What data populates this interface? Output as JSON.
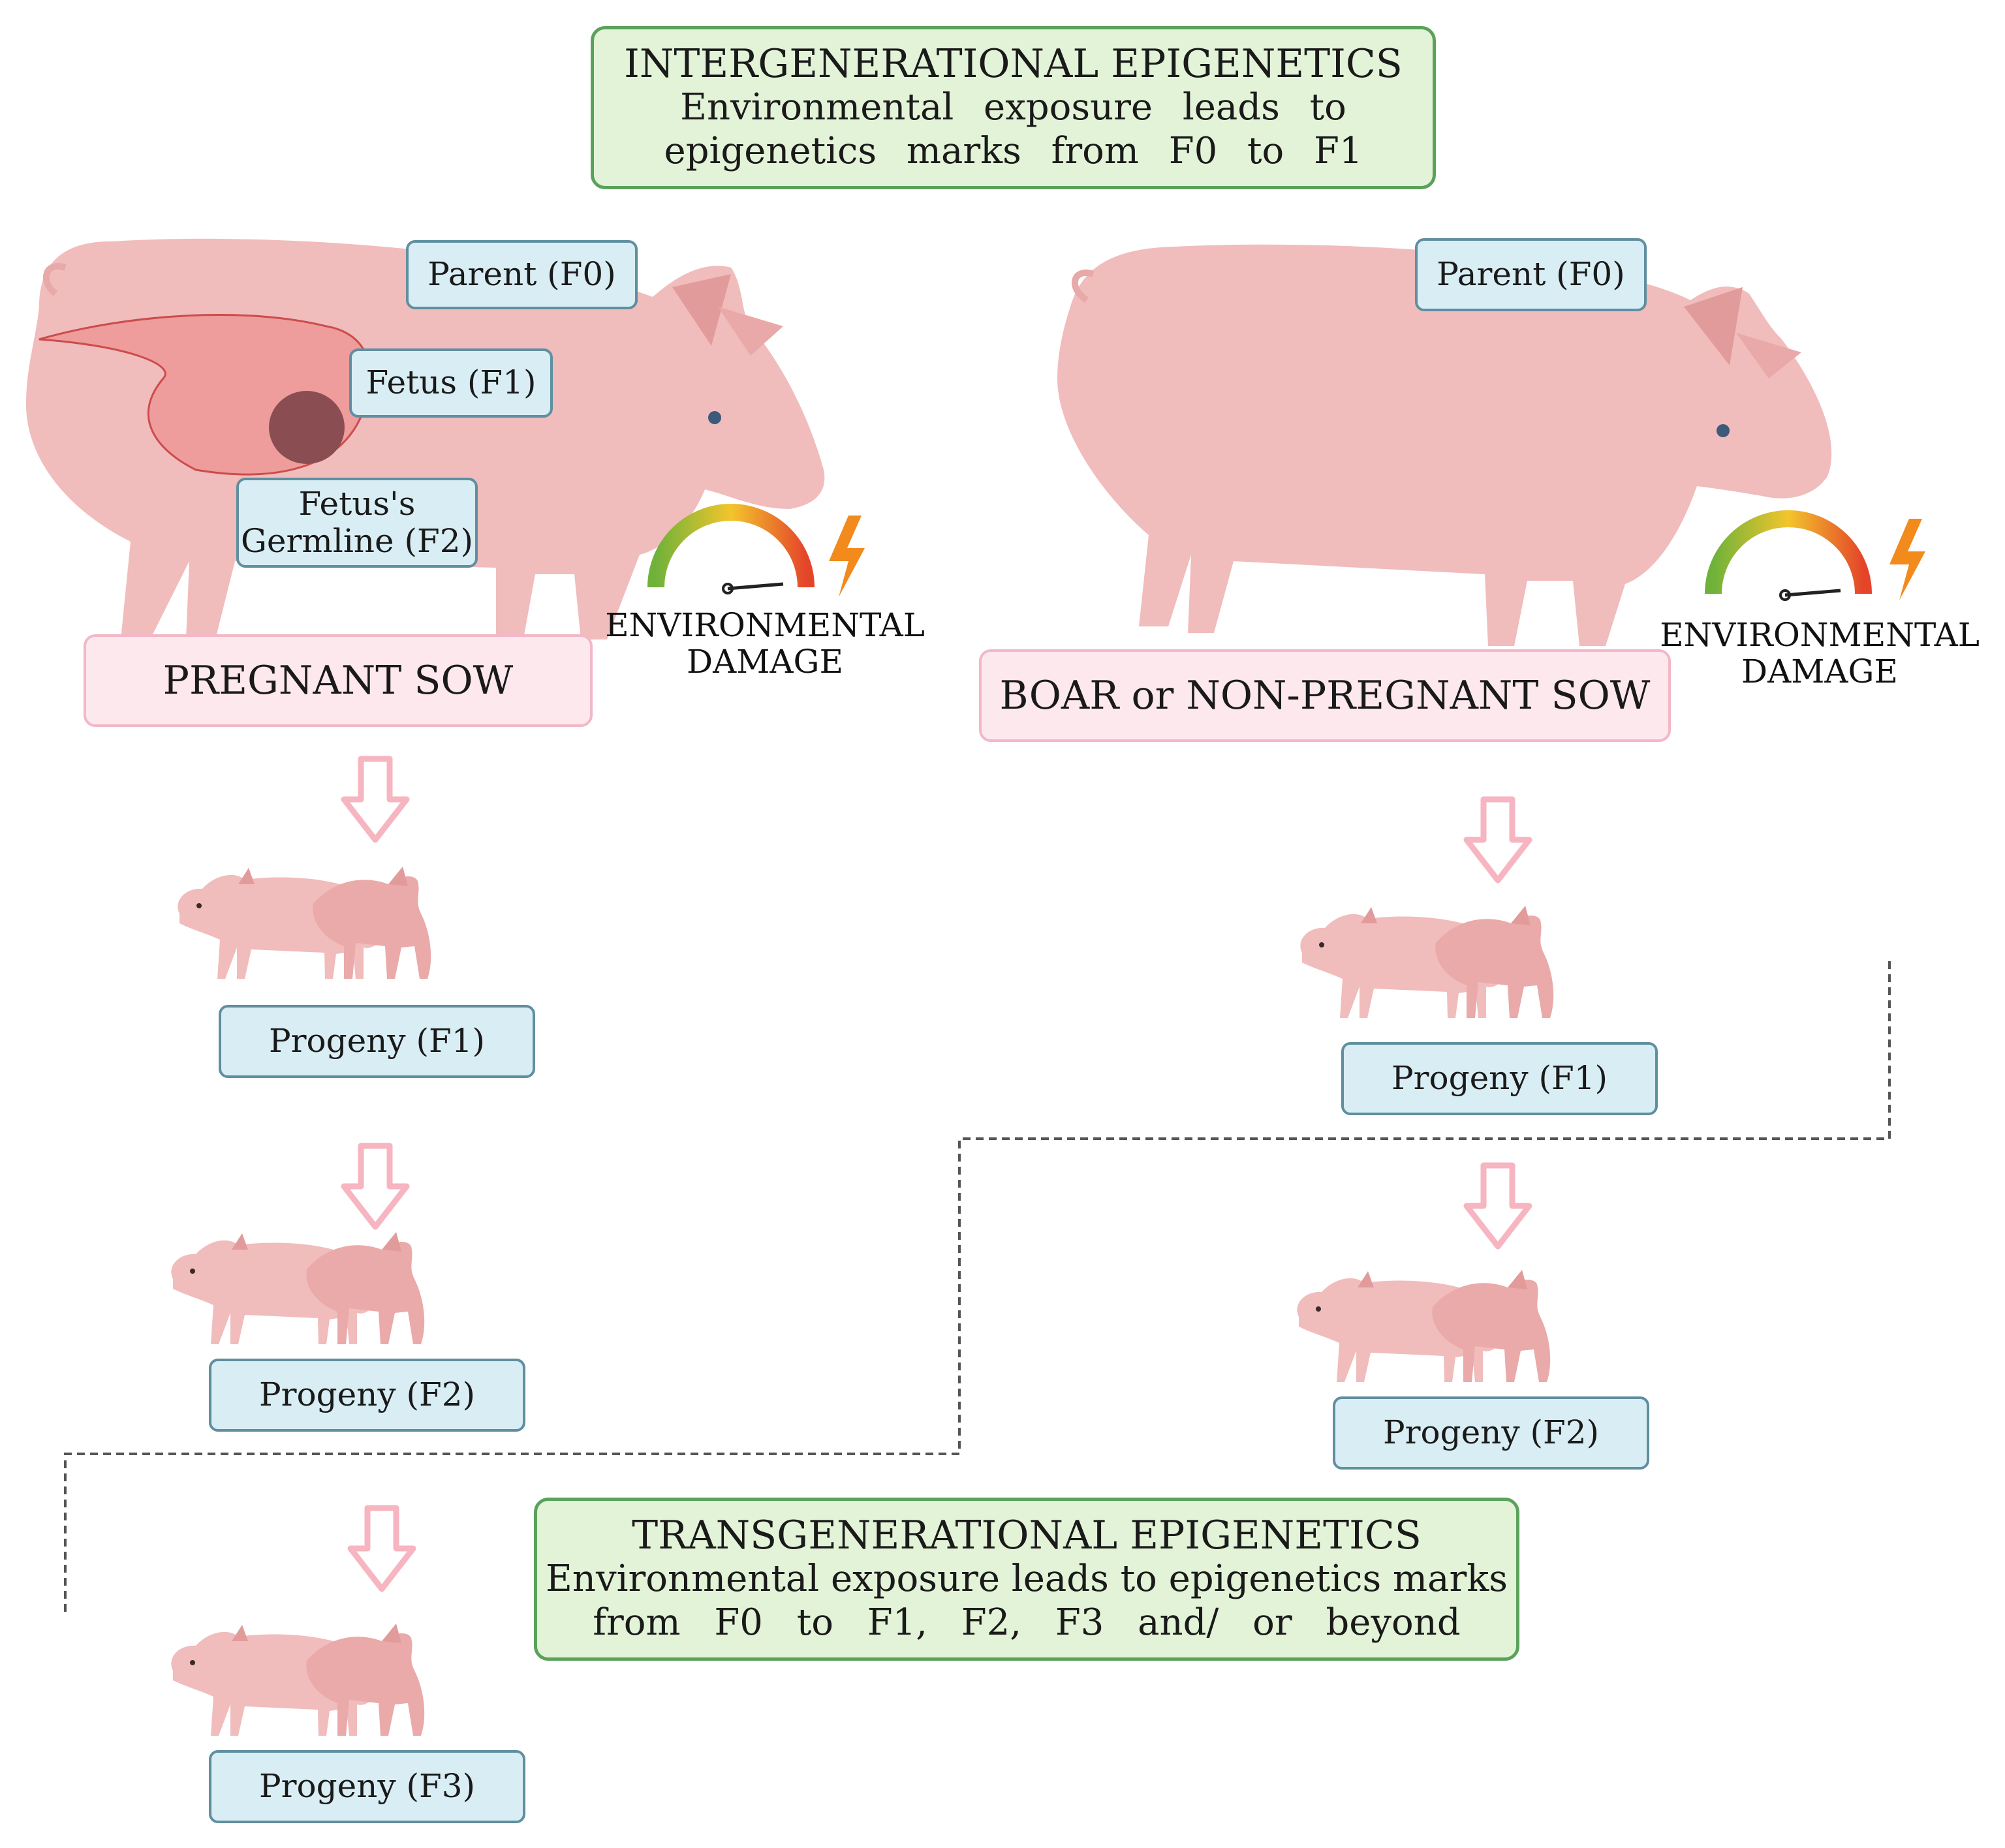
{
  "intergenerational": {
    "title": "INTERGENERATIONAL EPIGENETICS",
    "line1": "Environmental exposure leads to",
    "line2": "epigenetics marks from F0 to F1"
  },
  "left": {
    "parent": "Parent (F0)",
    "fetus": "Fetus (F1)",
    "germline_1": "Fetus's",
    "germline_2": "Germline (F2)",
    "sow_label": "PREGNANT SOW",
    "damage_1": "ENVIRONMENTAL",
    "damage_2": "DAMAGE",
    "progeny_f1": "Progeny (F1)",
    "progeny_f2": "Progeny (F2)",
    "progeny_f3": "Progeny (F3)"
  },
  "right": {
    "parent": "Parent (F0)",
    "boar_label": "BOAR or NON-PREGNANT SOW",
    "damage_1": "ENVIRONMENTAL",
    "damage_2": "DAMAGE",
    "progeny_f1": "Progeny (F1)",
    "progeny_f2": "Progeny (F2)"
  },
  "transgenerational": {
    "title": "TRANSGENERATIONAL EPIGENETICS",
    "line1": "Environmental exposure leads to epigenetics marks",
    "line2": "from F0 to F1, F2, F3 and/ or beyond"
  },
  "colors": {
    "pig_body": "#f1bcbc",
    "uterus": "#ee8a8a",
    "arrow": "#f6b5c0",
    "box_green": "#e3f3d8",
    "box_blue": "#d9eef4",
    "box_pink": "#fde8ee"
  }
}
